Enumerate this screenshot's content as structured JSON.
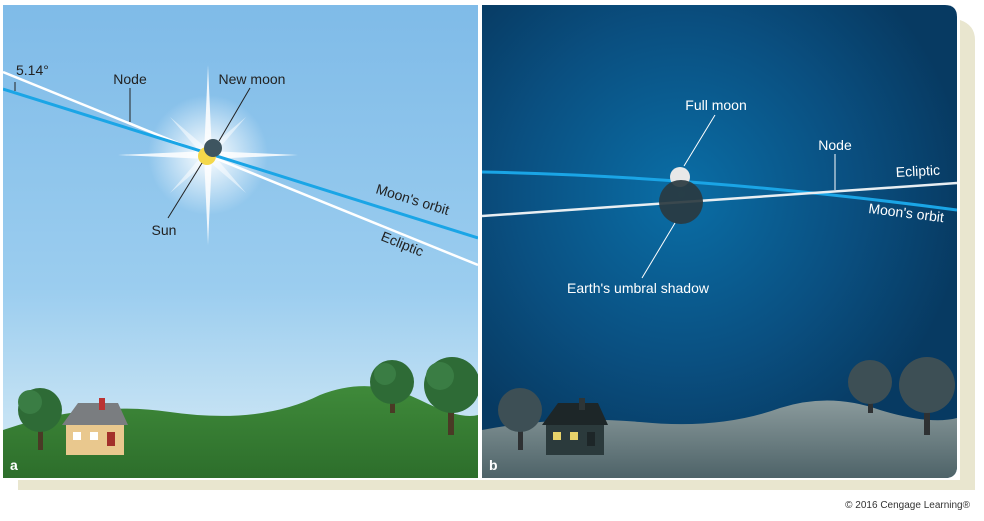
{
  "panel_a": {
    "letter": "a",
    "angle_label": "5.14°",
    "node_label": "Node",
    "new_moon_label": "New moon",
    "sun_label": "Sun",
    "moons_orbit_label": "Moon's orbit",
    "ecliptic_label": "Ecliptic"
  },
  "panel_b": {
    "letter": "b",
    "full_moon_label": "Full moon",
    "node_label": "Node",
    "ecliptic_label": "Ecliptic",
    "moons_orbit_label": "Moon's orbit",
    "shadow_label": "Earth's umbral shadow"
  },
  "copyright": "© 2016 Cengage Learning®",
  "colors": {
    "day_sky": "#86c0ea",
    "night_sky": "#0b4470",
    "orbit": "#1aa5e6",
    "ecliptic": "#ffffff"
  }
}
